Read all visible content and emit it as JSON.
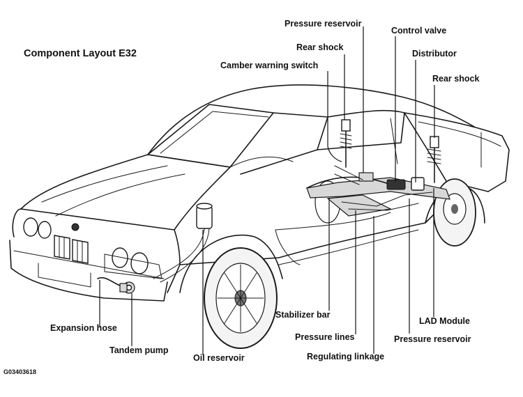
{
  "title": "Component Layout E32",
  "figure_code": "G03403618",
  "labels": {
    "pressure_reservoir_top": "Pressure reservoir",
    "control_valve": "Control valve",
    "rear_shock_left": "Rear shock",
    "distributor": "Distributor",
    "camber_warning_switch": "Camber warning switch",
    "rear_shock_right": "Rear shock",
    "stabilizer_bar": "Stabilizer bar",
    "lad_module": "LAD Module",
    "expansion_hose": "Expansion hose",
    "pressure_lines": "Pressure lines",
    "pressure_reservoir_bottom": "Pressure reservoir",
    "tandem_pump": "Tandem pump",
    "oil_reservoir": "Oil reservoir",
    "regulating_linkage": "Regulating linkage"
  }
}
